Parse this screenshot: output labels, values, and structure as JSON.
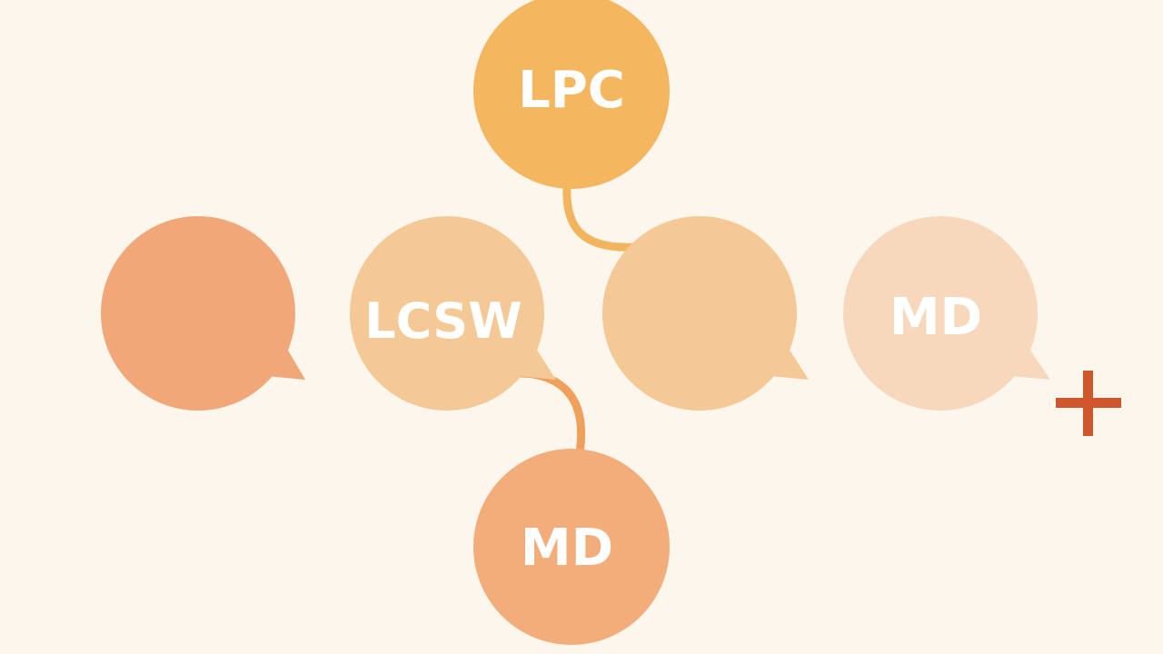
{
  "colors": {
    "background": "#fdf6ec",
    "orange_dark": "#f2a779",
    "amber": "#f4b75f",
    "peach": "#f5c995",
    "pale_peach": "#f8d8bd",
    "connector": "#f2b55d",
    "connector_dark": "#efa05b",
    "plus": "#d0562b"
  },
  "nodes": {
    "lpc": {
      "label": "LPC",
      "color": "#f4b75f"
    },
    "lcsw": {
      "label": "LCSW",
      "color": "#f5c995"
    },
    "md_right": {
      "label": "MD",
      "color": "#f8d8bd"
    },
    "md_bottom": {
      "label": "MD",
      "color": "#f2ad7a"
    },
    "left_bubble": {
      "label": "",
      "color": "#f2a779"
    },
    "center_bubble": {
      "label": "",
      "color": "#f5c995"
    }
  },
  "icons": {
    "plus": "plus-icon"
  }
}
